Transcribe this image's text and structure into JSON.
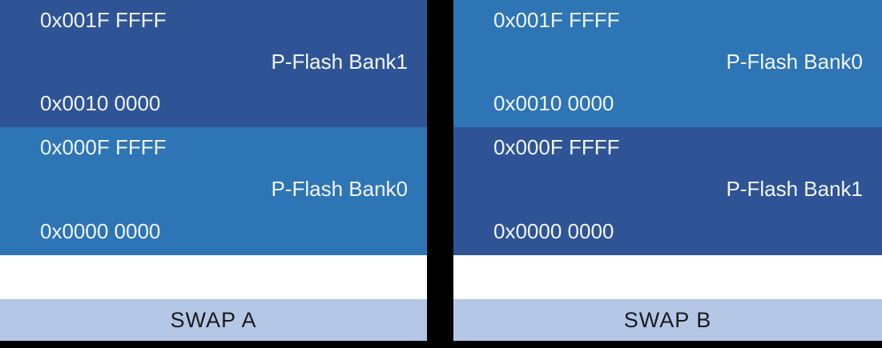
{
  "background_color": "#000000",
  "colors": {
    "dark_blue": "#2F5496",
    "light_blue": "#2E75B6",
    "swap_bar": "#B4C7E7",
    "text_light": "#F2F6FB",
    "text_dark": "#1A1A1A"
  },
  "panels": [
    {
      "id": "swap-a",
      "swap_label": "SWAP A",
      "blocks": [
        {
          "top_address": "0x001F FFFF",
          "label": "P-Flash Bank1",
          "bottom_address": "0x0010 0000",
          "shade": "dark"
        },
        {
          "top_address": "0x000F FFFF",
          "label": "P-Flash Bank0",
          "bottom_address": "0x0000 0000",
          "shade": "light"
        }
      ]
    },
    {
      "id": "swap-b",
      "swap_label": "SWAP B",
      "blocks": [
        {
          "top_address": "0x001F FFFF",
          "label": "P-Flash Bank0",
          "bottom_address": "0x0010 0000",
          "shade": "light"
        },
        {
          "top_address": "0x000F FFFF",
          "label": "P-Flash Bank1",
          "bottom_address": "0x0000 0000",
          "shade": "dark"
        }
      ]
    }
  ]
}
